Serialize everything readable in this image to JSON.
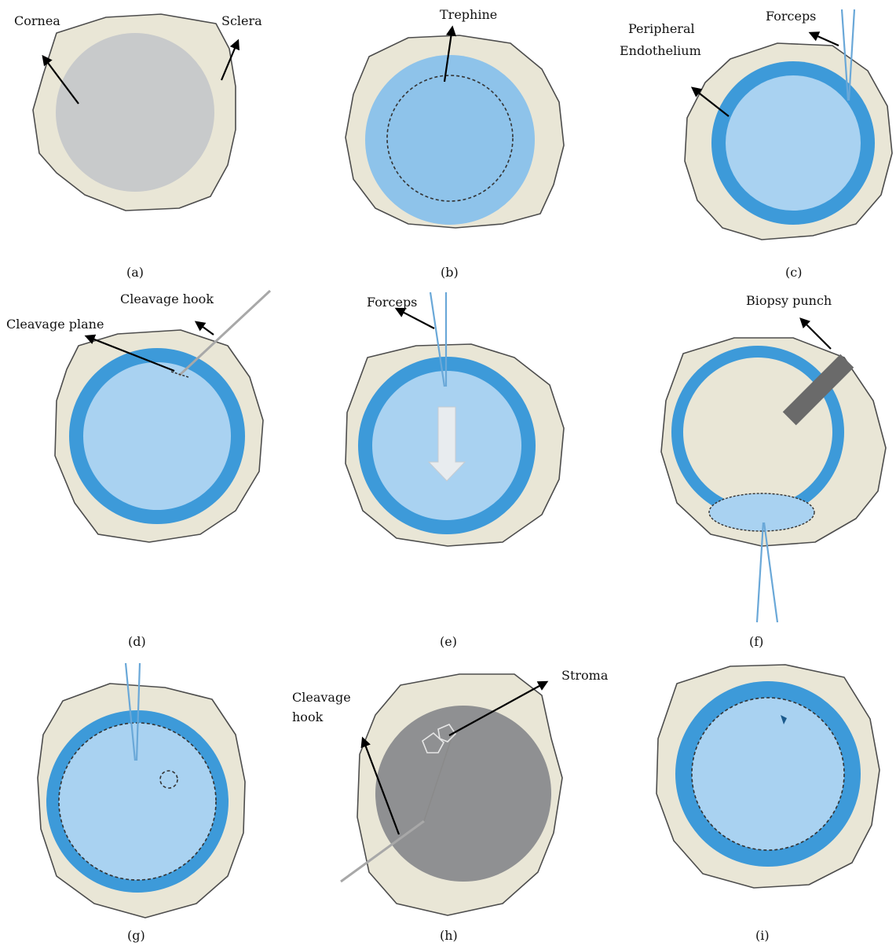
{
  "colors": {
    "sclera": "#e9e6d6",
    "cornea_grey": "#c8cacb",
    "endothelium_light_blue": "#8ec3ea",
    "endothelium_ring_blue": "#3d9ad9",
    "inner_blue": "#a9d2f1",
    "stroma_dark": "#8f9092",
    "instrument_blue": "#6aa8d8",
    "punch_grey": "#6a6a6a",
    "hook_grey": "#a8a8a8"
  },
  "panels": [
    {
      "caption": "(a)",
      "labels": [
        "Cornea",
        "Sclera"
      ]
    },
    {
      "caption": "(b)",
      "labels": [
        "Trephine"
      ]
    },
    {
      "caption": "(c)",
      "labels": [
        "Peripheral",
        "Endothelium",
        "Forceps"
      ]
    },
    {
      "caption": "(d)",
      "labels": [
        "Cleavage hook",
        "Cleavage plane"
      ]
    },
    {
      "caption": "(e)",
      "labels": [
        "Forceps"
      ]
    },
    {
      "caption": "(f)",
      "labels": [
        "Biopsy punch"
      ]
    },
    {
      "caption": "(g)",
      "labels": []
    },
    {
      "caption": "(h)",
      "labels": [
        "Stroma",
        "Cleavage",
        "hook"
      ]
    },
    {
      "caption": "(i)",
      "labels": []
    }
  ]
}
